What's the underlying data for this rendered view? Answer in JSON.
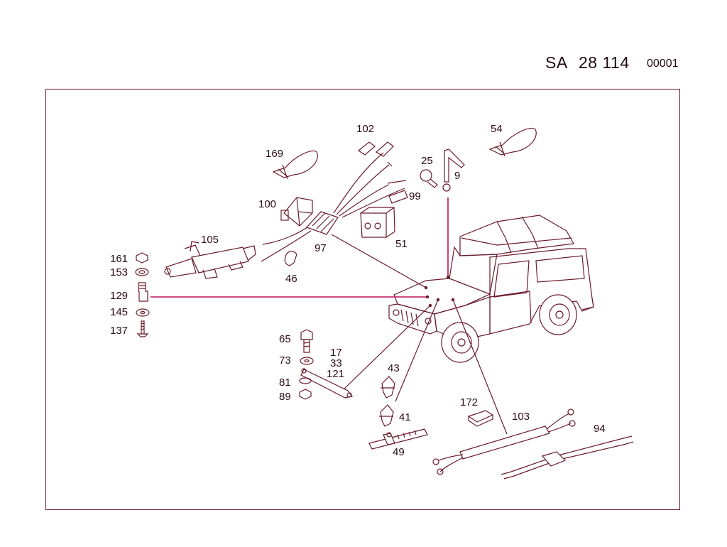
{
  "header": {
    "prefix": "SA",
    "number": "28 114",
    "sheet": "00001"
  },
  "callouts": {
    "c169": "169",
    "c102": "102",
    "c54": "54",
    "c25": "25",
    "c9": "9",
    "c100": "100",
    "c99": "99",
    "c105": "105",
    "c51": "51",
    "c97": "97",
    "c161": "161",
    "c153": "153",
    "c46": "46",
    "c129": "129",
    "c145": "145",
    "c137": "137",
    "c65": "65",
    "c17": "17",
    "c33": "33",
    "c121": "121",
    "c73": "73",
    "c81": "81",
    "c89": "89",
    "c43": "43",
    "c41": "41",
    "c172": "172",
    "c103": "103",
    "c94": "94",
    "c49": "49"
  },
  "colors": {
    "line": "#6b1a2b",
    "leader_accent": "#c0125a",
    "text": "#2a0d12",
    "background": "#ffffff"
  }
}
